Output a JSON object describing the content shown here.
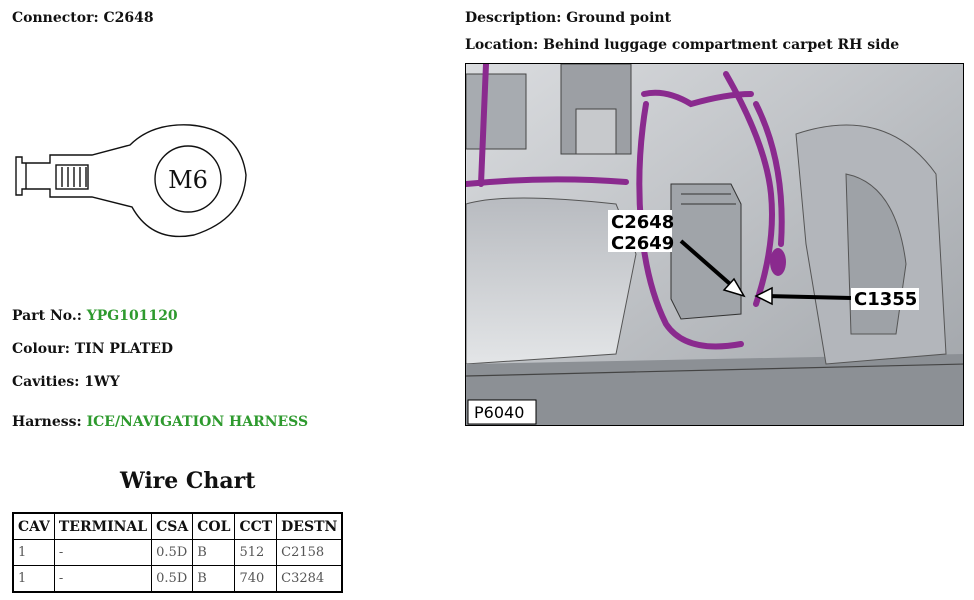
{
  "connector": {
    "label": "Connector:",
    "value": "C2648"
  },
  "description": {
    "label": "Description:",
    "value": "Ground point"
  },
  "location": {
    "label": "Location:",
    "value": "Behind luggage compartment carpet RH side"
  },
  "part": {
    "label": "Part No.:",
    "value": "YPG101120",
    "value_color": "#2e9a2e"
  },
  "colour": {
    "label": "Colour:",
    "value": "TIN PLATED"
  },
  "cavities": {
    "label": "Cavities:",
    "value": "1WY"
  },
  "harness": {
    "label": "Harness:",
    "value": "ICE/NAVIGATION HARNESS",
    "value_color": "#2e9a2e"
  },
  "connector_drawing": {
    "stud_label": "M6"
  },
  "photo": {
    "callouts": [
      "C2648",
      "C2649",
      "C1355"
    ],
    "ref": "P6040",
    "harness_color": "#8a2a8e"
  },
  "wire_chart": {
    "title": "Wire Chart",
    "headers": [
      "CAV",
      "TERMINAL",
      "CSA",
      "COL",
      "CCT",
      "DESTN"
    ],
    "rows": [
      [
        "1",
        "-",
        "0.5D",
        "B",
        "512",
        "C2158"
      ],
      [
        "1",
        "-",
        "0.5D",
        "B",
        "740",
        "C3284"
      ]
    ]
  }
}
